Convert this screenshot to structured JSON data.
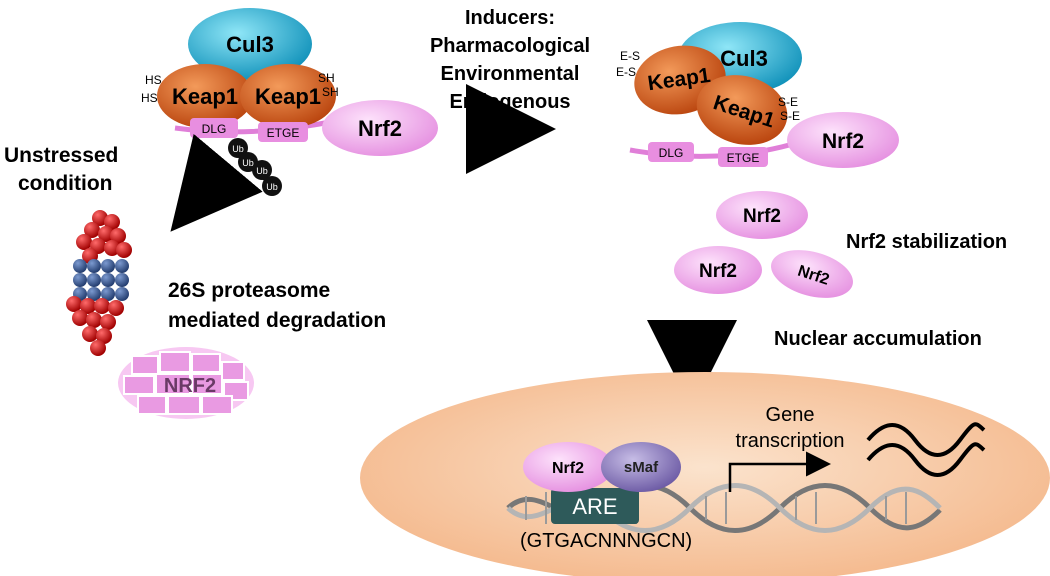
{
  "left_complex": {
    "cul3": "Cul3",
    "keap1_a": "Keap1",
    "keap1_b": "Keap1",
    "hs_top": "HS",
    "hs_bottom": "HS",
    "sh_top": "SH",
    "sh_bottom": "SH",
    "dlg": "DLG",
    "etge": "ETGE",
    "nrf2": "Nrf2",
    "ub": [
      "Ub",
      "Ub",
      "Ub",
      "Ub"
    ]
  },
  "unstressed": {
    "line1": "Unstressed",
    "line2": "condition"
  },
  "proteasome": {
    "line1": "26S proteasome",
    "line2": "mediated degradation"
  },
  "degraded_nrf2": "NRF2",
  "inducers": {
    "line1": "Inducers:",
    "line2": "Pharmacological",
    "line3": "Environmental",
    "line4": "Endogenous"
  },
  "right_complex": {
    "cul3": "Cul3",
    "keap1_a": "Keap1",
    "keap1_b": "Keap1",
    "es_top": "E-S",
    "es_bottom": "E-S",
    "se_top": "S-E",
    "se_bottom": "S-E",
    "dlg": "DLG",
    "etge": "ETGE",
    "nrf2": "Nrf2"
  },
  "free_nrf2": [
    "Nrf2",
    "Nrf2",
    "Nrf2"
  ],
  "stabilization": "Nrf2 stabilization",
  "nuclear_accumulation": "Nuclear accumulation",
  "nucleus": {
    "nrf2": "Nrf2",
    "smaf": "sMaf",
    "are": "ARE",
    "sequence": "(GTGACNNNGCN)",
    "gene_line1": "Gene",
    "gene_line2": "transcription"
  },
  "colors": {
    "cul3": "#1ab3d6",
    "keap1": "#d9541a",
    "nrf2": "#f2a6ee",
    "pink_box": "#e88ee0",
    "ub": "#111111",
    "proteasome_red": "#cc1111",
    "proteasome_blue": "#3a5a95",
    "nucleus": "#f7c9a3",
    "are": "#2e5a5a",
    "smaf": "#7d6bb0"
  }
}
